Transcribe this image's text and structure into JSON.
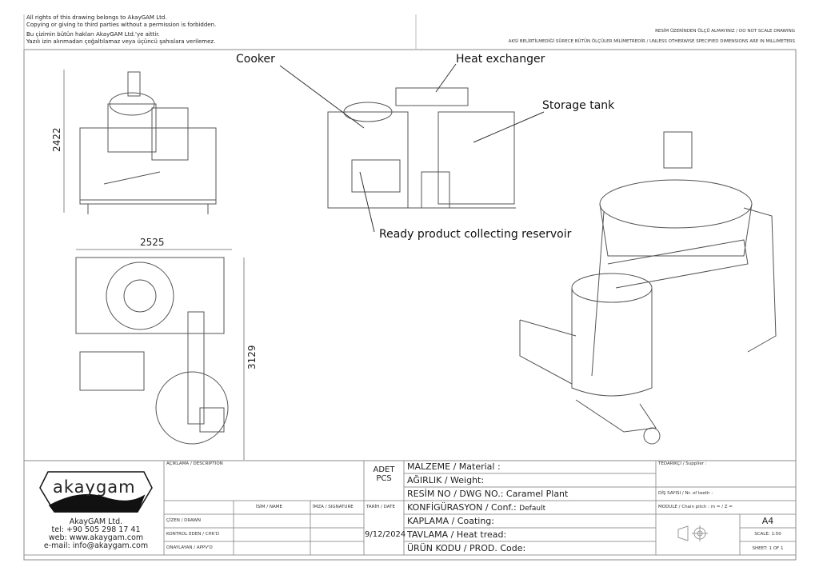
{
  "header": {
    "rights_en_1": "All rights of this drawing belongs to AkayGAM Ltd.",
    "rights_en_2": "Copying or giving to third parties without a permission is forbidden.",
    "rights_tr_1": "Bu çizimin bütün hakları AkayGAM Ltd.'ye aittir.",
    "rights_tr_2": "Yazılı izin alınmadan çoğaltılamaz veya üçüncü şahıslara verilemez.",
    "no_scale": "RESİM ÜZERİNDEN ÖLÇÜ ALMAYINIZ / DO NOT SCALE DRAWING",
    "units": "AKSİ BELİRTİLMEDİĞİ SÜRECE BÜTÜN ÖLÇÜLER MİLİMETREDİR / UNLESS OTHERWISE SPECIFIED DIMENSIONS ARE IN MILLIMETERS"
  },
  "callouts": {
    "cooker": "Cooker",
    "heat_exchanger": "Heat exchanger",
    "storage_tank": "Storage tank",
    "reservoir": "Ready product collecting reservoir"
  },
  "dimensions": {
    "height": "2422",
    "width": "2525",
    "length": "3129"
  },
  "title_block": {
    "logo_text": "akaygam",
    "company": "AkayGAM Ltd.",
    "tel": "tel: +90 505 298 17 41",
    "web": "web: www.akaygam.com",
    "email": "e-mail: info@akaygam.com",
    "description": "AÇIKLAMA / DESCRIPTION",
    "qty": "ADET",
    "pcs": "PCS",
    "name": "İSİM / NAME",
    "signature": "İMZA / SIGNATURE",
    "date_label": "TARİH / DATE",
    "drawn": "ÇİZEN / DRAWN",
    "checked": "KONTROL EDEN / CHK'D",
    "approved": "ONAYLAYAN / APPV'D",
    "date": "9/12/2024",
    "material": "MALZEME / Material :",
    "weight": "AĞIRLIK / Weight:",
    "dwg_no_label": "RESİM NO / DWG NO.:",
    "dwg_no": "Caramel Plant",
    "conf_label": "KONFİGÜRASYON / Conf.:",
    "conf": "Default",
    "coating": "KAPLAMA / Coating:",
    "heat": "TAVLAMA / Heat tread:",
    "prod_code": "ÜRÜN KODU / PROD. Code:",
    "supplier": "TEDARİKÇİ / Supplier :",
    "teeth": "DİŞ SAYISI / Nr. of teeth :",
    "module": "MODULE / Chain pitch :  m =   / Z =",
    "paper": "A4",
    "scale": "SCALE: 1:50",
    "sheet": "SHEET: 1 OF 1"
  }
}
